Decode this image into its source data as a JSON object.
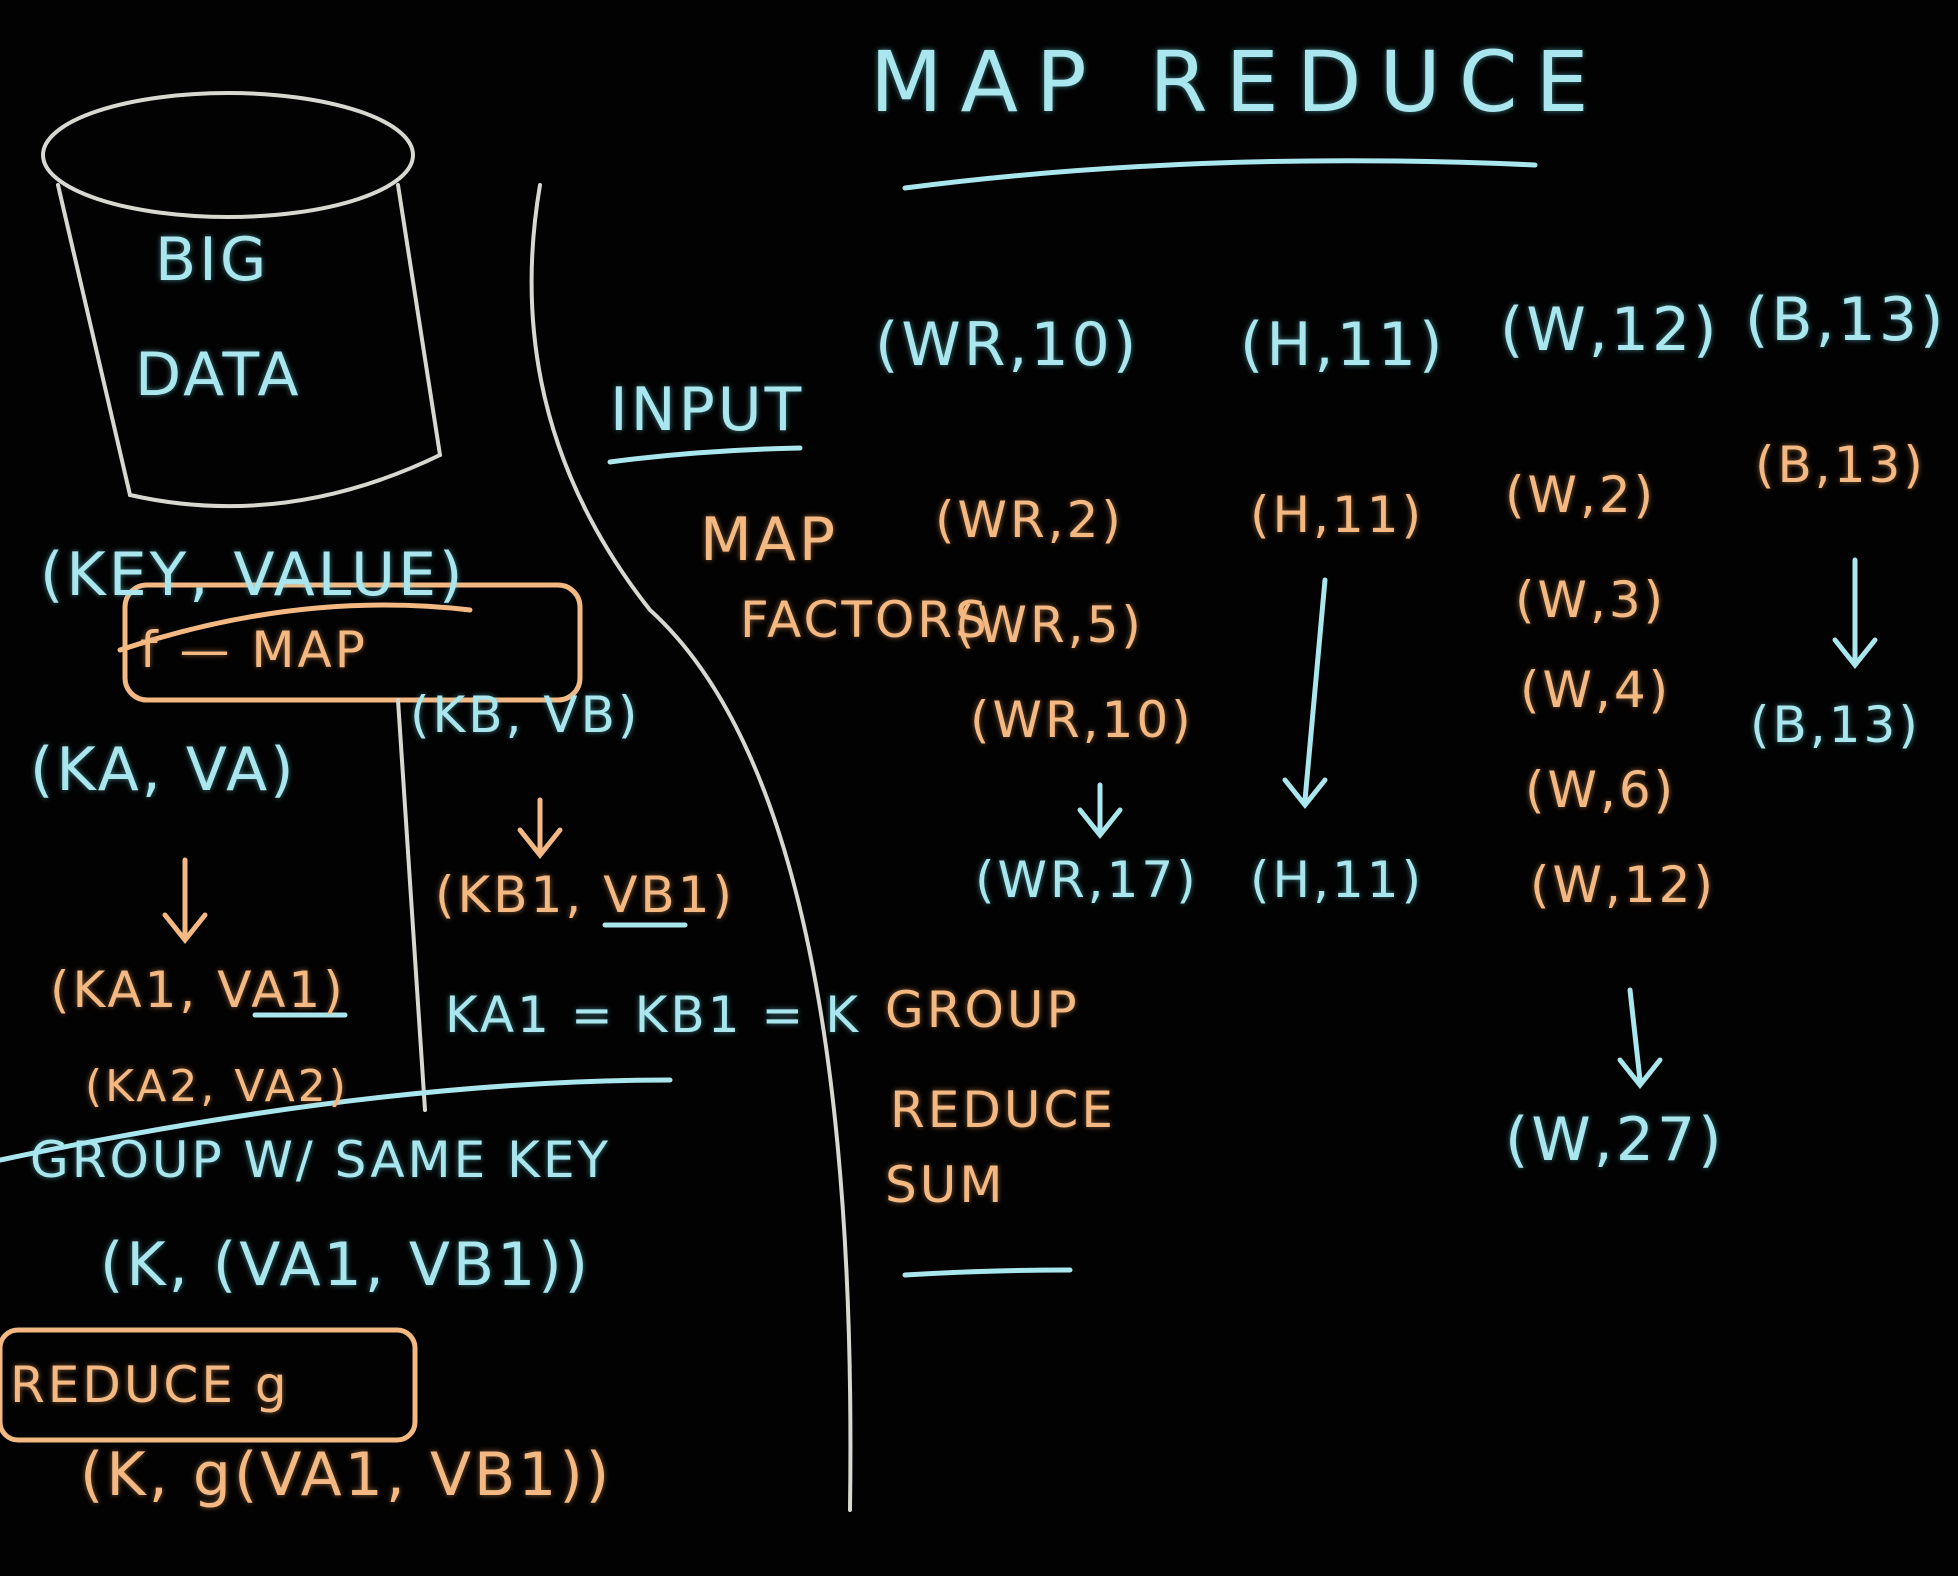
{
  "colors": {
    "board": "#020202",
    "cyan": "#a9e6ee",
    "orange": "#f4b982",
    "divider": "#d8d8d0"
  },
  "title": "MAP REDUCE",
  "left": {
    "cylinder": [
      "BIG",
      "DATA"
    ],
    "key_value": "(KEY, VALUE)",
    "f_map": "f — MAP",
    "ka_va": "(KA, VA)",
    "kb_vb": "(KB, VB)",
    "ka1_va1": "(KA1, VA1)",
    "ka2_va2": "(KA2, VA2)",
    "kb1_vb1": "(KB1, VB1)",
    "equal_keys": "KA1 = KB1 = K",
    "group_same_key": "GROUP W/ SAME KEY",
    "k_pair": "(K, (VA1, VB1))",
    "reduce_g": "REDUCE g",
    "k_g": "(K, g(VA1, VB1))"
  },
  "right": {
    "input_label": "INPUT",
    "input_items": [
      "(WR,10)",
      "(H,11)",
      "(W,12)",
      "(B,13)"
    ],
    "map_label": "MAP",
    "factors_label": "FACTORS",
    "wr_map": [
      "(WR,2)",
      "(WR,5)",
      "(WR,10)"
    ],
    "wr_result": "(WR,17)",
    "h_map": "(H,11)",
    "h_result": "(H,11)",
    "w_map": [
      "(W,2)",
      "(W,3)",
      "(W,4)",
      "(W,6)",
      "(W,12)"
    ],
    "w_result": "(W,27)",
    "b_map": "(B,13)",
    "b_result": "(B,13)",
    "group_label": "GROUP",
    "reduce_label": "REDUCE",
    "sum_label": "SUM"
  }
}
